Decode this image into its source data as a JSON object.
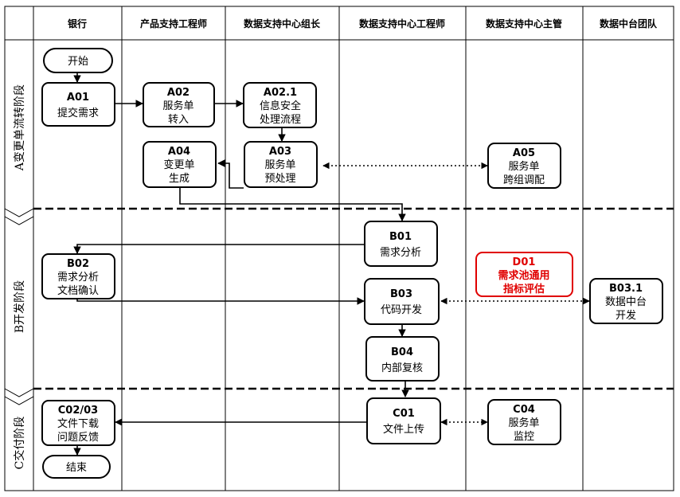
{
  "lanes": [
    {
      "id": "bank",
      "label": "银行"
    },
    {
      "id": "pse",
      "label": "产品支持工程师"
    },
    {
      "id": "dslead",
      "label": "数据支持中心组长"
    },
    {
      "id": "dseng",
      "label": "数据支持中心工程师"
    },
    {
      "id": "dsmgr",
      "label": "数据支持中心主管"
    },
    {
      "id": "dmt",
      "label": "数据中台团队"
    }
  ],
  "phases": [
    {
      "id": "A",
      "label": "A变更单流转阶段"
    },
    {
      "id": "B",
      "label": "B开发阶段"
    },
    {
      "id": "C",
      "label": "C交付阶段"
    }
  ],
  "terminals": {
    "start": "开始",
    "end": "结束"
  },
  "nodes": {
    "A01": {
      "code": "A01",
      "lines": [
        "提交需求"
      ]
    },
    "A02": {
      "code": "A02",
      "lines": [
        "服务单",
        "转入"
      ]
    },
    "A021": {
      "code": "A02.1",
      "lines": [
        "信息安全",
        "处理流程"
      ]
    },
    "A03": {
      "code": "A03",
      "lines": [
        "服务单",
        "预处理"
      ]
    },
    "A04": {
      "code": "A04",
      "lines": [
        "变更单",
        "生成"
      ]
    },
    "A05": {
      "code": "A05",
      "lines": [
        "服务单",
        "跨组调配"
      ]
    },
    "B01": {
      "code": "B01",
      "lines": [
        "需求分析"
      ]
    },
    "B02": {
      "code": "B02",
      "lines": [
        "需求分析",
        "文档确认"
      ]
    },
    "B03": {
      "code": "B03",
      "lines": [
        "代码开发"
      ]
    },
    "B031": {
      "code": "B03.1",
      "lines": [
        "数据中台",
        "开发"
      ]
    },
    "B04": {
      "code": "B04",
      "lines": [
        "内部复核"
      ]
    },
    "D01": {
      "code": "D01",
      "lines": [
        "需求池通用",
        "指标评估"
      ]
    },
    "C01": {
      "code": "C01",
      "lines": [
        "文件上传"
      ]
    },
    "C0203": {
      "code": "C02/03",
      "lines": [
        "文件下载",
        "问题反馈"
      ]
    },
    "C04": {
      "code": "C04",
      "lines": [
        "服务单",
        "监控"
      ]
    }
  },
  "colors": {
    "line": "#000000",
    "highlight": "#e00000",
    "background": "#ffffff"
  }
}
